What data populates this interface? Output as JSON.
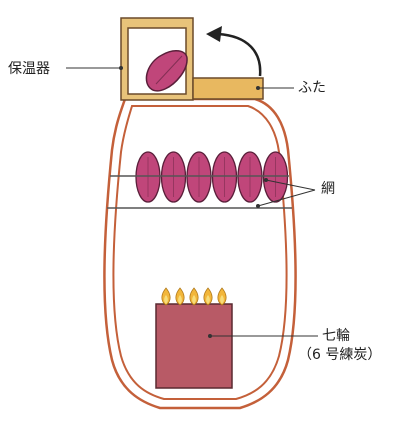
{
  "labels": {
    "warmer": "保温器",
    "lid": "ふた",
    "net": "網",
    "stove_name": "七輪",
    "stove_detail": "（6 号練炭）"
  },
  "colors": {
    "pot_outline": "#c4603a",
    "pot_fill": "#ffffff",
    "warmer_frame": "#e8c37a",
    "warmer_outline": "#6b4a2a",
    "lid_fill": "#e8b860",
    "sweet_potato": "#c0467a",
    "sweet_potato_outline": "#5a1f3a",
    "stove_fill": "#b85a66",
    "stove_outline": "#5a2a30",
    "flame_outer": "#f2b63a",
    "flame_inner": "#f7dd7a",
    "leader_line": "#333333",
    "net_line": "#555555"
  },
  "icons": {
    "lid_open_arrow": "curved-arrow-icon",
    "potatoes": "sweet-potato-icon",
    "flames": "flame-icon"
  },
  "counts": {
    "potatoes_on_net": 6,
    "flames_on_stove": 5
  }
}
